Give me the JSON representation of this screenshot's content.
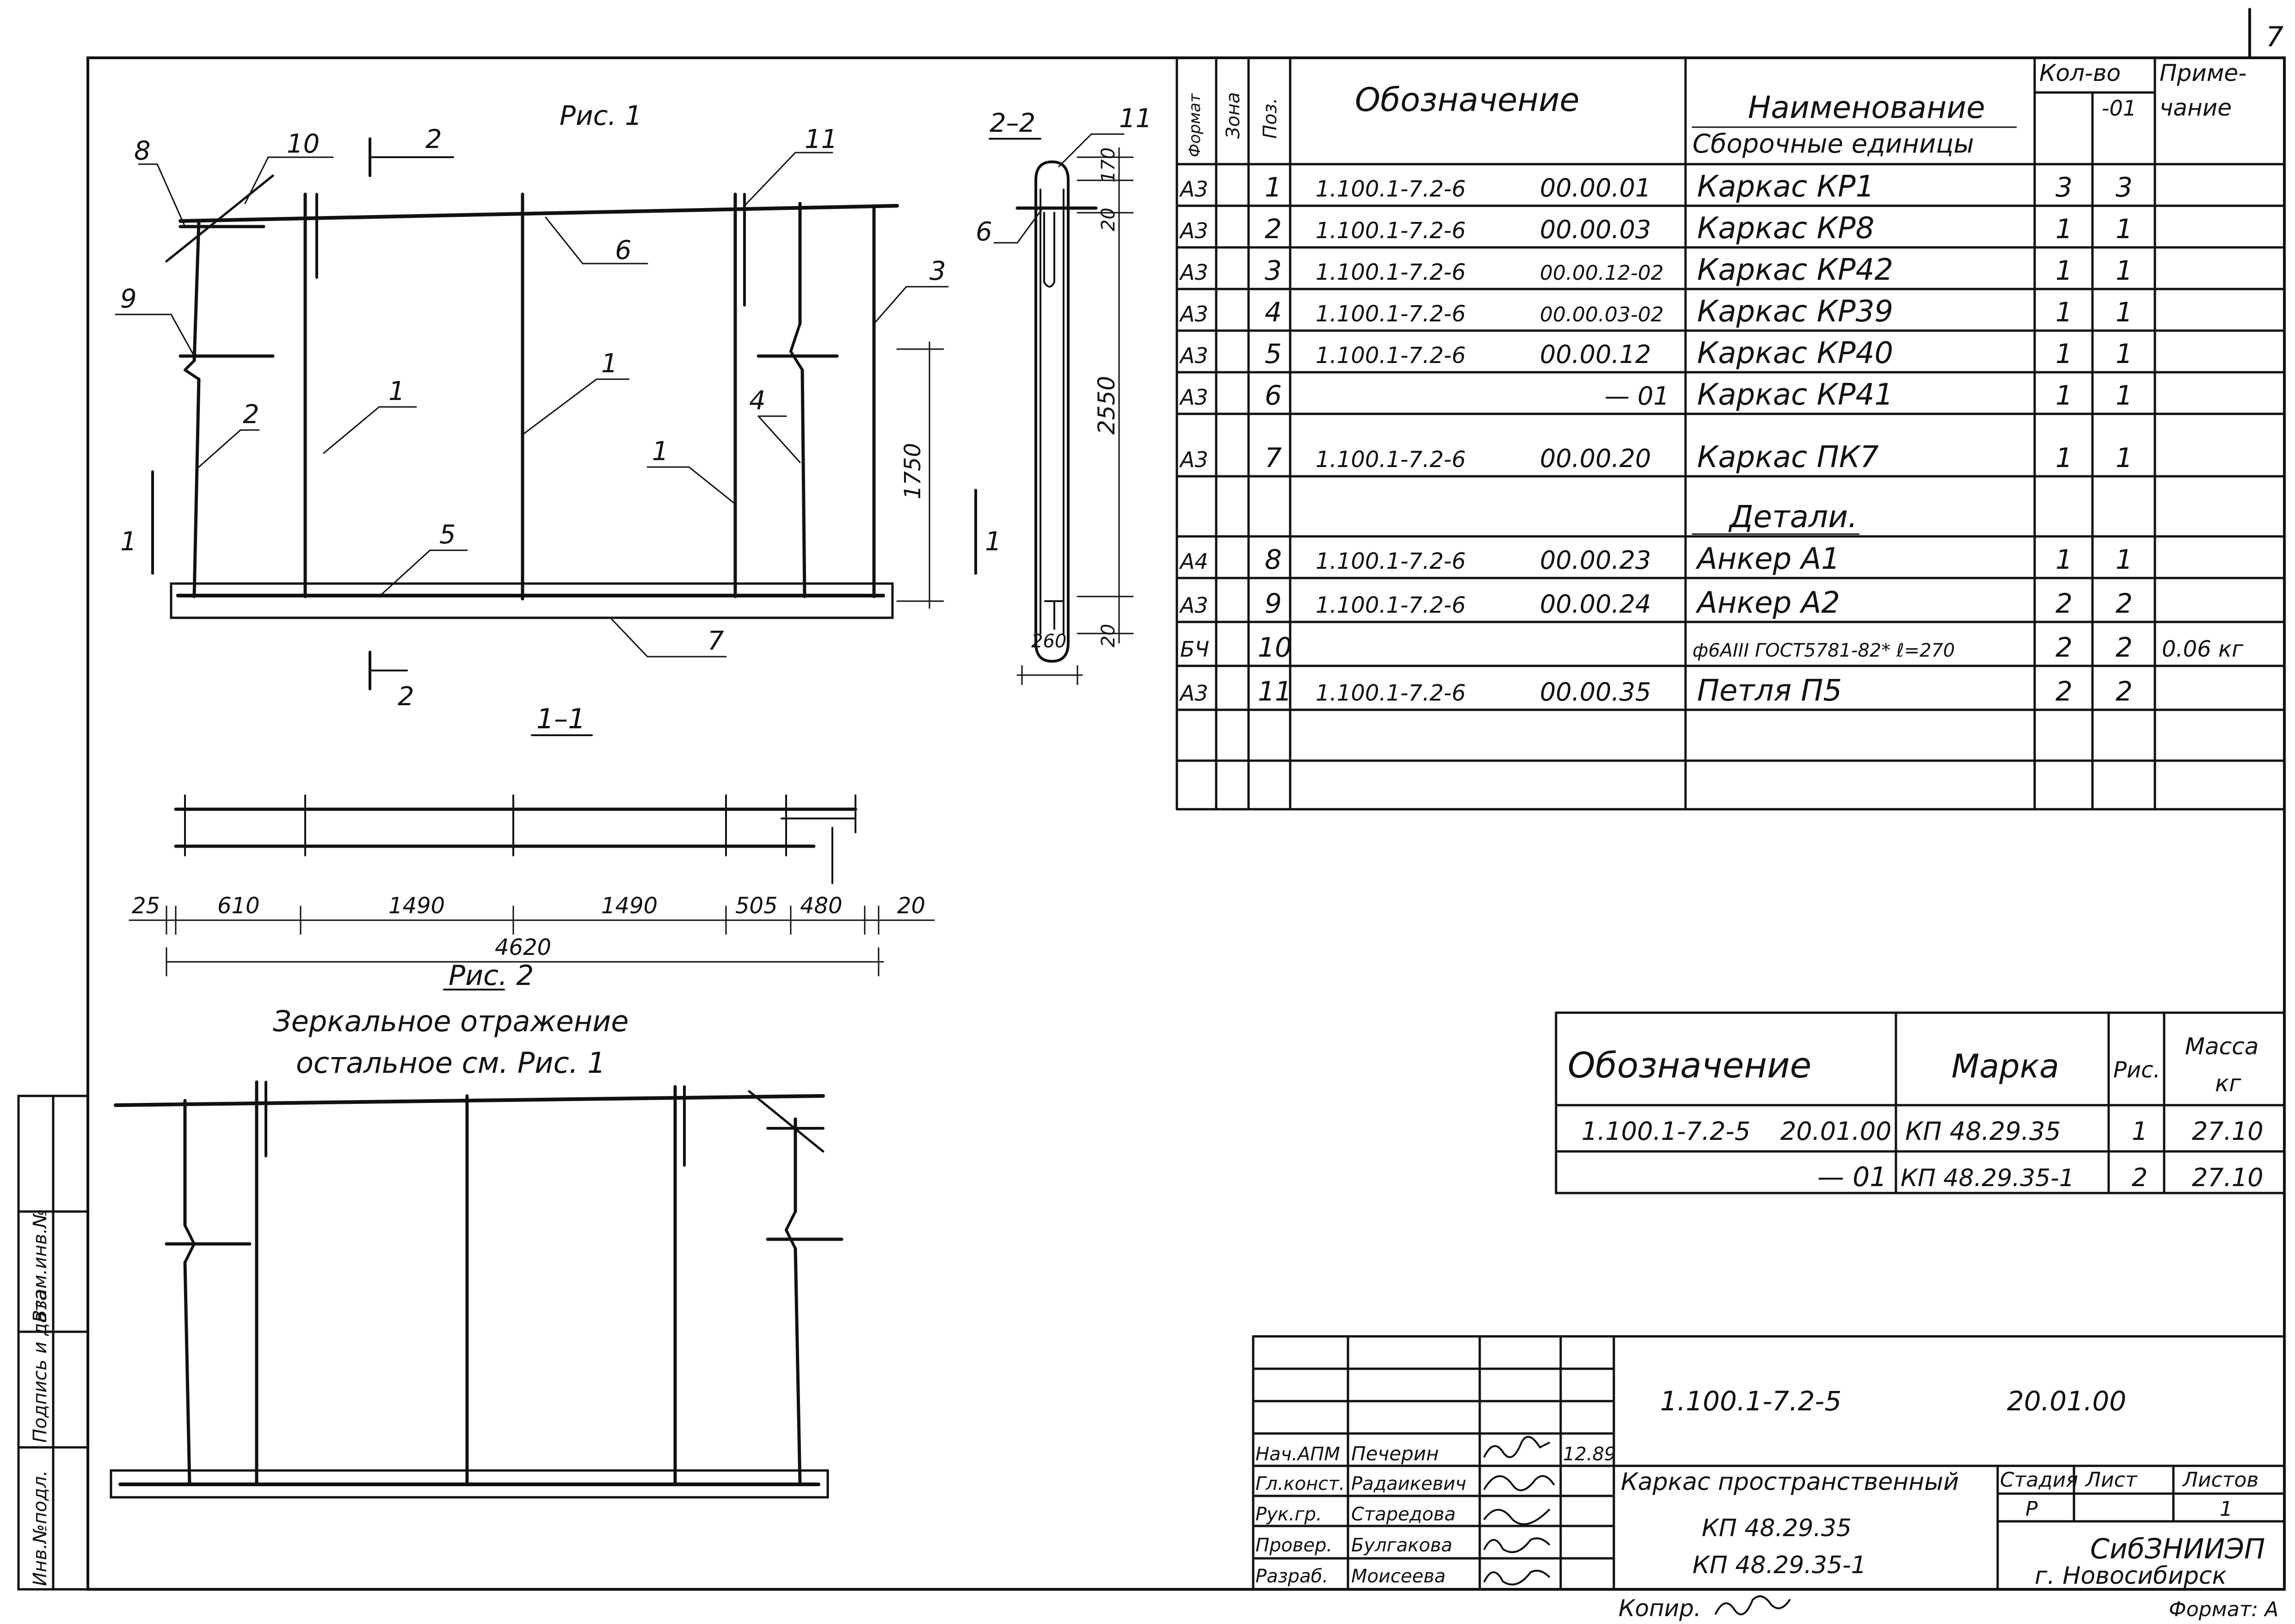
{
  "corner": {
    "sheet_no": "7"
  },
  "side_stamp": {
    "cells": [
      "Инв.№подл.",
      "Подпись и дата",
      "Взам.инв.№"
    ]
  },
  "drawing": {
    "fig1": {
      "title": "Рис. 1",
      "callouts": [
        "8",
        "10",
        "2",
        "11",
        "6",
        "9",
        "3",
        "1",
        "1",
        "2",
        "4",
        "1",
        "5",
        "7",
        "2",
        "1",
        "1"
      ],
      "dim_1750": "1750"
    },
    "section_2_2": {
      "title": "2–2",
      "callouts": [
        "11",
        "6"
      ],
      "dims": [
        "170",
        "20",
        "2550",
        "20",
        "260"
      ]
    },
    "section_1_1": {
      "title": "1–1",
      "dims": [
        "25",
        "610",
        "1490",
        "1490",
        "505",
        "480",
        "20"
      ],
      "total": "4620"
    },
    "fig2": {
      "title": "Рис. 2",
      "note_line1": "Зеркальное отражение",
      "note_line2": "остальное см. Рис. 1"
    }
  },
  "spec": {
    "headers": {
      "format": "Формат",
      "zone": "Зона",
      "pos": "Поз.",
      "designation": "Обозначение",
      "name": "Наименование",
      "qty": "Кол-во",
      "qty_minus": "-01",
      "note_line1": "Приме-",
      "note_line2": "чание"
    },
    "sections": {
      "assembly": "Сборочные единицы",
      "details": "Детали."
    },
    "rows": [
      {
        "format": "А3",
        "pos": "1",
        "doc": "1.100.1-7.2-6",
        "code": "00.00.01",
        "name": "Каркас КР1",
        "q1": "3",
        "q2": "3",
        "note": ""
      },
      {
        "format": "А3",
        "pos": "2",
        "doc": "1.100.1-7.2-6",
        "code": "00.00.03",
        "name": "Каркас КР8",
        "q1": "1",
        "q2": "1",
        "note": ""
      },
      {
        "format": "А3",
        "pos": "3",
        "doc": "1.100.1-7.2-6",
        "code": "00.00.12-02",
        "name": "Каркас КР42",
        "q1": "1",
        "q2": "1",
        "note": ""
      },
      {
        "format": "А3",
        "pos": "4",
        "doc": "1.100.1-7.2-6",
        "code": "00.00.03-02",
        "name": "Каркас КР39",
        "q1": "1",
        "q2": "1",
        "note": ""
      },
      {
        "format": "А3",
        "pos": "5",
        "doc": "1.100.1-7.2-6",
        "code": "00.00.12",
        "name": "Каркас КР40",
        "q1": "1",
        "q2": "1",
        "note": ""
      },
      {
        "format": "А3",
        "pos": "6",
        "doc": "",
        "code": "— 01",
        "name": "Каркас КР41",
        "q1": "1",
        "q2": "1",
        "note": ""
      },
      {
        "format": "А3",
        "pos": "7",
        "doc": "1.100.1-7.2-6",
        "code": "00.00.20",
        "name": "Каркас ПК7",
        "q1": "1",
        "q2": "1",
        "note": ""
      },
      {
        "format": "А4",
        "pos": "8",
        "doc": "1.100.1-7.2-6",
        "code": "00.00.23",
        "name": "Анкер А1",
        "q1": "1",
        "q2": "1",
        "note": ""
      },
      {
        "format": "А3",
        "pos": "9",
        "doc": "1.100.1-7.2-6",
        "code": "00.00.24",
        "name": "Анкер А2",
        "q1": "2",
        "q2": "2",
        "note": ""
      },
      {
        "format": "БЧ",
        "pos": "10",
        "doc": "",
        "code": "",
        "name": "ф6АIII ГОСТ5781-82* ℓ=270",
        "q1": "2",
        "q2": "2",
        "note": "0.06 кг"
      },
      {
        "format": "А3",
        "pos": "11",
        "doc": "1.100.1-7.2-6",
        "code": "00.00.35",
        "name": "Петля П5",
        "q1": "2",
        "q2": "2",
        "note": ""
      }
    ]
  },
  "marks": {
    "headers": {
      "designation": "Обозначение",
      "mark": "Марка",
      "fig": "Рис.",
      "mass": "Масса",
      "mass_unit": "кг"
    },
    "rows": [
      {
        "doc": "1.100.1-7.2-5",
        "code": "20.01.00",
        "mark": "КП 48.29.35",
        "fig": "1",
        "mass": "27.10"
      },
      {
        "doc": "",
        "code": "— 01",
        "mark": "КП 48.29.35-1",
        "fig": "2",
        "mass": "27.10"
      }
    ]
  },
  "title_block": {
    "code": "1.100.1-7.2-5",
    "code2": "20.01.00",
    "roles": [
      "Нач.АПМ",
      "Гл.конст.",
      "Рук.гр.",
      "Провер.",
      "Разраб."
    ],
    "names": [
      "Печерин",
      "Радаикевич",
      "Старедова",
      "Булгакова",
      "Моисеева"
    ],
    "date": "12.89",
    "name_line1": "Каркас пространственный",
    "name_line2": "КП 48.29.35",
    "name_line3": "КП 48.29.35-1",
    "stage_label": "Стадия",
    "sheet_label": "Лист",
    "sheets_label": "Листов",
    "stage": "Р",
    "sheets": "1",
    "org1": "СибЗНИИЭП",
    "org2": "г. Новосибирск"
  },
  "footer": {
    "copy": "Копир.",
    "format": "Формат: А"
  }
}
